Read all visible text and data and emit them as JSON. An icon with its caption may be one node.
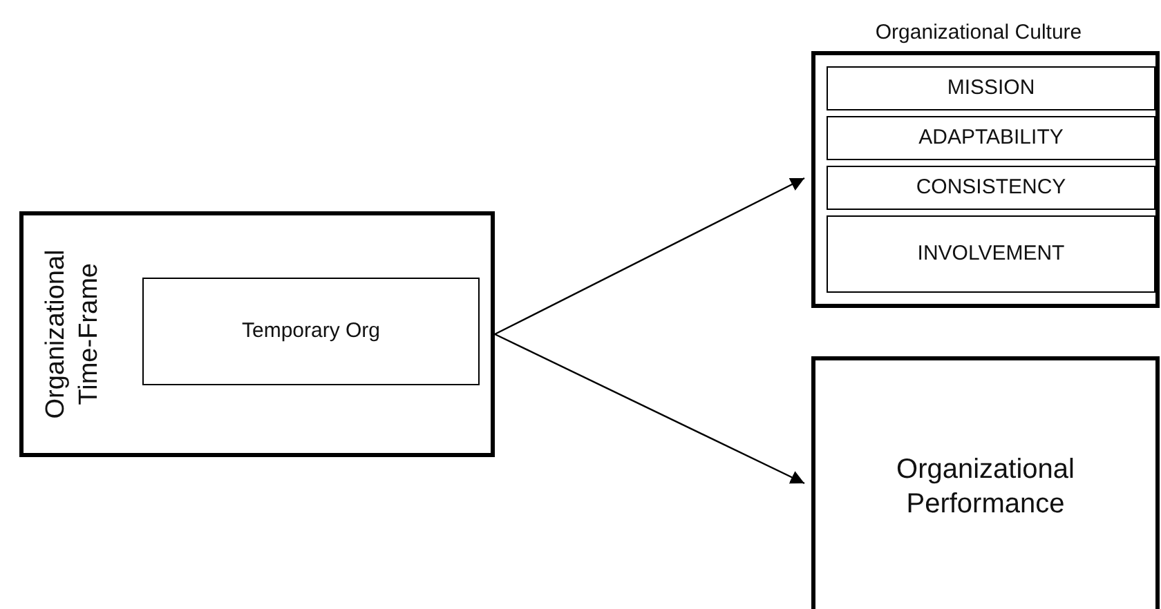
{
  "diagram": {
    "nodes": [
      {
        "text": [
          "Organizational Time-Frame"
        ]
      },
      {
        "text": [
          "Temporary Org"
        ],
        "in": 0
      },
      {
        "text": [
          "Organizational Culture"
        ]
      },
      {
        "text": [
          "MISSION"
        ],
        "in": 2
      },
      {
        "text": [
          "ADAPTABILITY"
        ],
        "in": 2
      },
      {
        "text": [
          "CONSISTENCY"
        ],
        "in": 2
      },
      {
        "text": [
          "INVOLVEMENT"
        ],
        "in": 2
      },
      {
        "text": [
          "Organizational Performance"
        ]
      }
    ],
    "edges": [
      {
        "from": 0,
        "to": 2,
        "arrow": "to"
      },
      {
        "from": 0,
        "to": 7,
        "arrow": "to"
      }
    ]
  }
}
